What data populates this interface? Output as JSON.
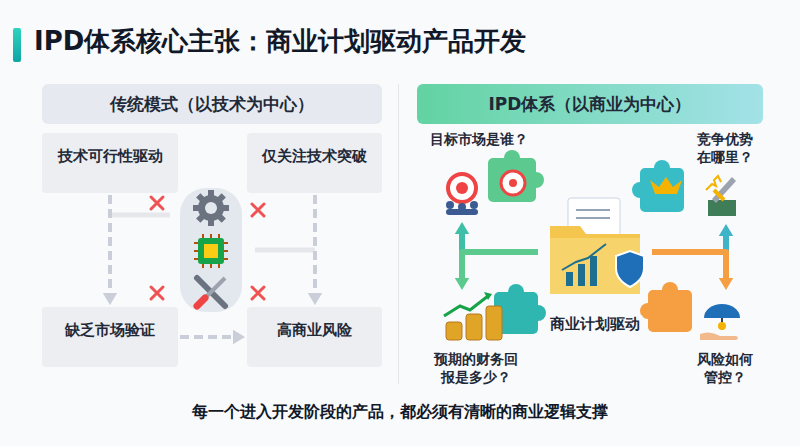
{
  "diagram": {
    "title": "IPD体系核心主张：商业计划驱动产品开发",
    "caption": "每一个进入开发阶段的产品，都必须有清晰的商业逻辑支撑",
    "nodes": [
      {
        "text": [
          "传统模式（以技术为中心）"
        ]
      },
      {
        "text": [
          "技术可行性驱动"
        ]
      },
      {
        "text": [
          "仅关注技术突破"
        ]
      },
      {
        "text": [
          "缺乏市场验证"
        ]
      },
      {
        "text": [
          "高商业风险"
        ]
      },
      {
        "text": [
          "IPD体系（以商业为中心）"
        ]
      },
      {
        "text": [
          "目标市场是谁？"
        ]
      },
      {
        "text": [
          "竞争优势在哪里？"
        ]
      },
      {
        "text": [
          "商业计划驱动"
        ]
      },
      {
        "text": [
          "预期的财务回报是多少？"
        ]
      },
      {
        "text": [
          "风险如何管控？"
        ]
      }
    ],
    "edges": [
      {
        "from": 1,
        "to": 3,
        "arrow": "to"
      },
      {
        "from": 2,
        "to": 4,
        "arrow": "to"
      },
      {
        "from": 3,
        "to": 4,
        "arrow": "to"
      },
      {
        "from": 8,
        "to": 6,
        "arrow": "to"
      },
      {
        "from": 8,
        "to": 7,
        "arrow": "to"
      },
      {
        "from": 8,
        "to": 9,
        "arrow": "to"
      },
      {
        "from": 8,
        "to": 10,
        "arrow": "to"
      }
    ]
  }
}
